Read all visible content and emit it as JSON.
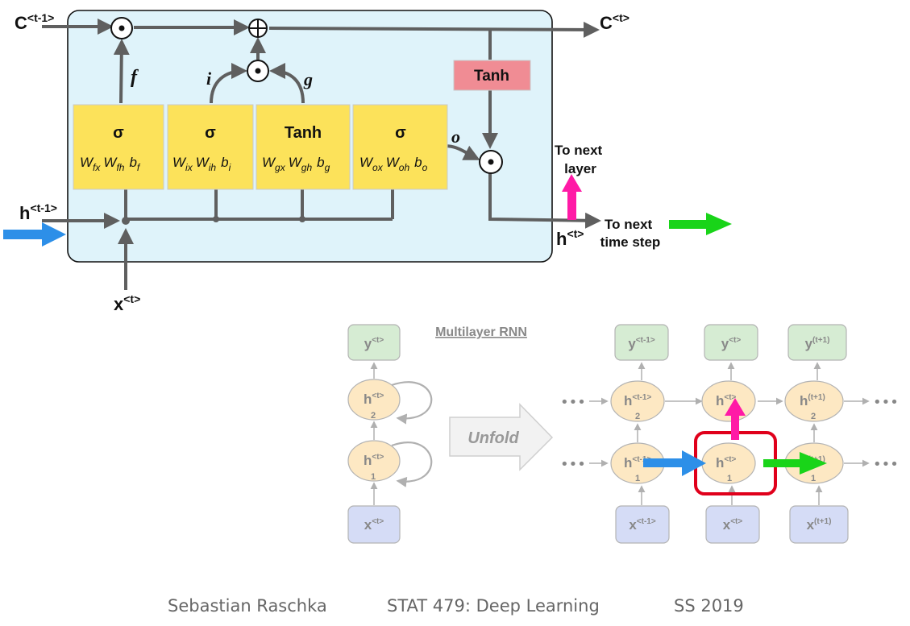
{
  "lstm": {
    "cell_in": "C",
    "cell_in_sup": "<t-1>",
    "cell_out": "C",
    "cell_out_sup": "<t>",
    "hidden_in": "h",
    "hidden_in_sup": "<t-1>",
    "hidden_out": "h",
    "hidden_out_sup": "<t>",
    "input": "x",
    "input_sup": "<t>",
    "to_next_layer": [
      "To next",
      "layer"
    ],
    "to_next_time_step": [
      "To next",
      "time step"
    ],
    "tanh_cell": "Tanh",
    "gate_labels": {
      "f": "f",
      "i": "i",
      "g": "g",
      "o": "o"
    },
    "gates": [
      {
        "title": "σ",
        "w1": "W",
        "w1_sub": "fx",
        "w2": "W",
        "w2_sub": "fh",
        "b": "b",
        "b_sub": "f"
      },
      {
        "title": "σ",
        "w1": "W",
        "w1_sub": "ix",
        "w2": "W",
        "w2_sub": "ih",
        "b": "b",
        "b_sub": "i"
      },
      {
        "title": "Tanh",
        "w1": "W",
        "w1_sub": "gx",
        "w2": "W",
        "w2_sub": "gh",
        "b": "b",
        "b_sub": "g"
      },
      {
        "title": "σ",
        "w1": "W",
        "w1_sub": "ox",
        "w2": "W",
        "w2_sub": "oh",
        "b": "b",
        "b_sub": "o"
      }
    ]
  },
  "rnn": {
    "title": "Multilayer RNN",
    "unfold": "Unfold",
    "ellipsis": "•••",
    "folded": {
      "y": {
        "main": "y",
        "sup": "<t>"
      },
      "h2": {
        "main": "h",
        "sup": "<t>",
        "sub": "2"
      },
      "h1": {
        "main": "h",
        "sup": "<t>",
        "sub": "1"
      },
      "x": {
        "main": "x",
        "sup": "<t>"
      }
    },
    "unfolded_columns": [
      {
        "y": "<t-1>",
        "h2": "<t-1>",
        "h1": "<t-1>",
        "x": "<t-1>"
      },
      {
        "y": "<t>",
        "h2": "<t>",
        "h1": "<t>",
        "x": "<t>"
      },
      {
        "y": "(t+1)",
        "h2": "(t+1)",
        "h1": "(t+1)",
        "x": "(t+1)"
      }
    ],
    "layer_subs": {
      "h2": "2",
      "h1": "1"
    },
    "letters": {
      "y": "y",
      "h": "h",
      "x": "x"
    }
  },
  "footer": {
    "author": "Sebastian Raschka",
    "course": "STAT 479: Deep Learning",
    "term": "SS 2019"
  },
  "colors": {
    "cell_background": "#dff3fa",
    "gate_fill": "#fce25a",
    "tanh_fill": "#f08c94",
    "line_gray": "#5f5f5f",
    "arrow_blue": "#2d8fe8",
    "arrow_green": "#19d419",
    "arrow_magenta": "#ff1aa6",
    "highlight_red": "#e0001b",
    "y_node": "#d6ecd3",
    "h_node": "#fde8c3",
    "x_node": "#d5dcf6"
  }
}
